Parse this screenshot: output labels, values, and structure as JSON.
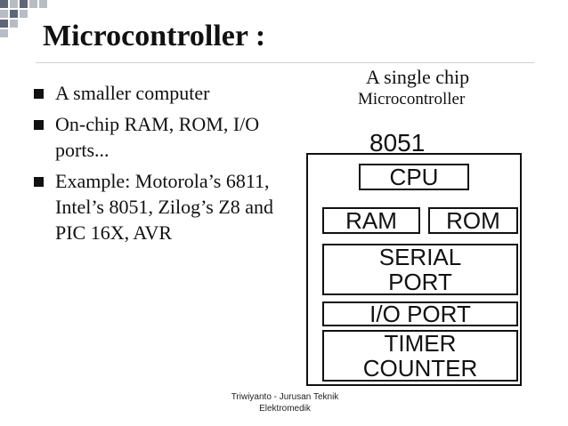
{
  "slide": {
    "title": "Microcontroller :",
    "bullets": [
      "A smaller computer",
      "On-chip RAM, ROM, I/O ports...",
      "Example: Motorola’s 6811, Intel’s 8051, Zilog’s Z8 and PIC 16X, AVR"
    ],
    "caption_line1": "A single chip",
    "caption_line2": "Microcontroller",
    "footer": "Triwiyanto - Jurusan Teknik Elektromedik"
  },
  "diagram": {
    "chip_name": "8051",
    "blocks": {
      "cpu": "CPU",
      "ram": "RAM",
      "rom": "ROM",
      "serial": "SERIAL\nPORT",
      "io": "I/O PORT",
      "timer": "TIMER\nCOUNTER"
    }
  }
}
